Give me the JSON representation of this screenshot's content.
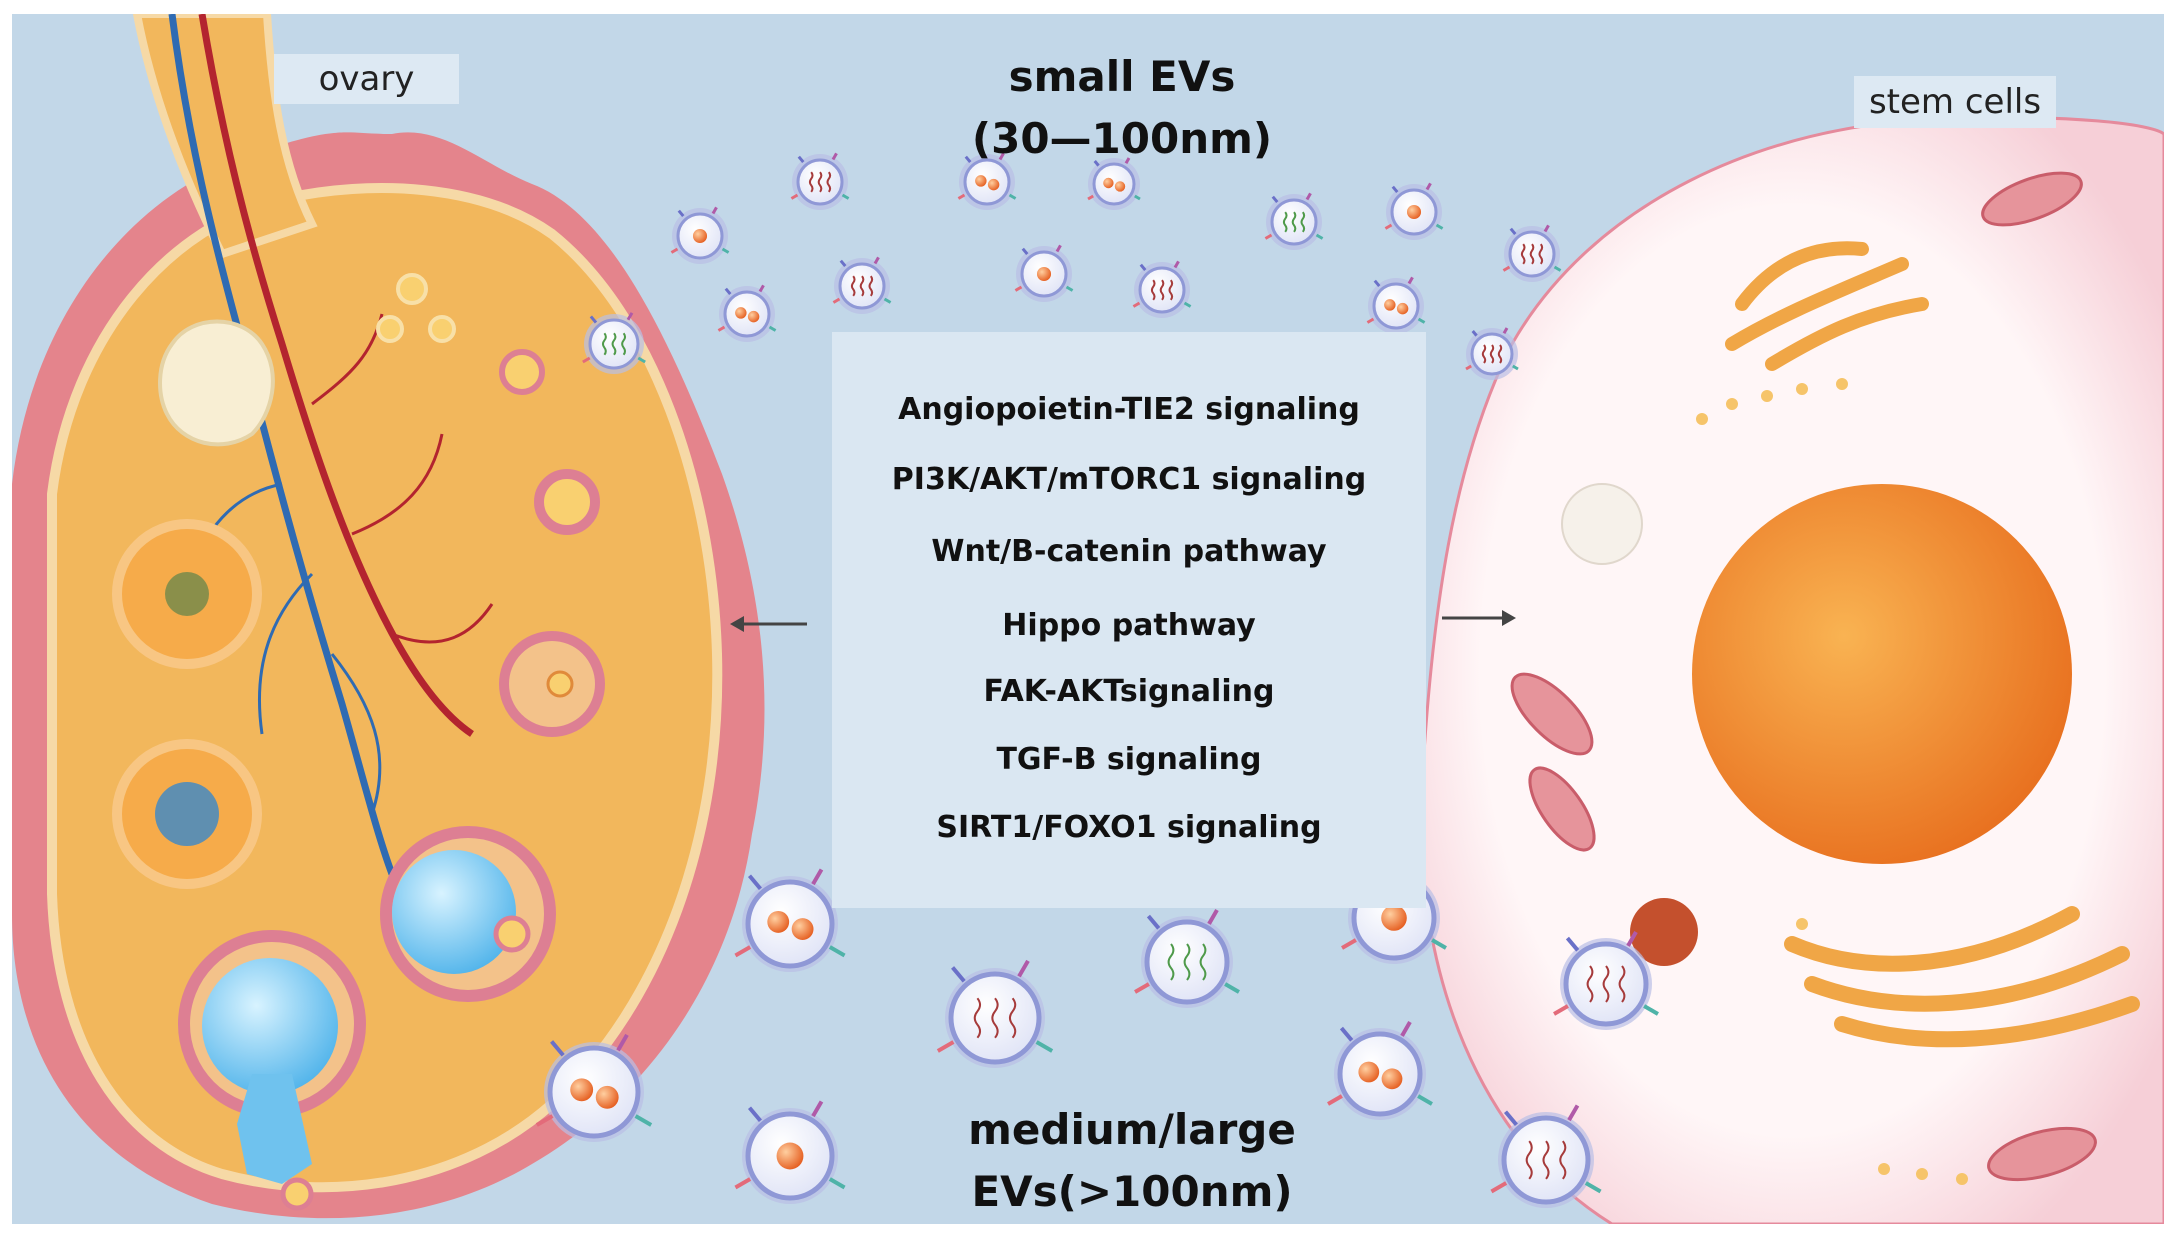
{
  "labels": {
    "ovary": "ovary",
    "stem_cells": "stem cells"
  },
  "small_evs": {
    "line1": "small EVs",
    "line2": "(30—100nm)"
  },
  "large_evs": {
    "line1": "medium/large",
    "line2": "EVs(>100nm)"
  },
  "pathways": [
    "Angiopoietin-TIE2 signaling",
    "PI3K/AKT/mTORC1 signaling",
    "Wnt/B-catenin pathway",
    "Hippo pathway",
    "FAK-AKTsignaling",
    "TGF-B signaling",
    "SIRT1/FOXO1  signaling"
  ],
  "colors": {
    "background": "#c2d7e8",
    "ovary_body": "#f2b75c",
    "ovary_rim": "#e4848c",
    "cell_membrane": "#f7cdd5",
    "nucleus": "#f08a2a",
    "ev_membrane": "#9aa6de"
  }
}
